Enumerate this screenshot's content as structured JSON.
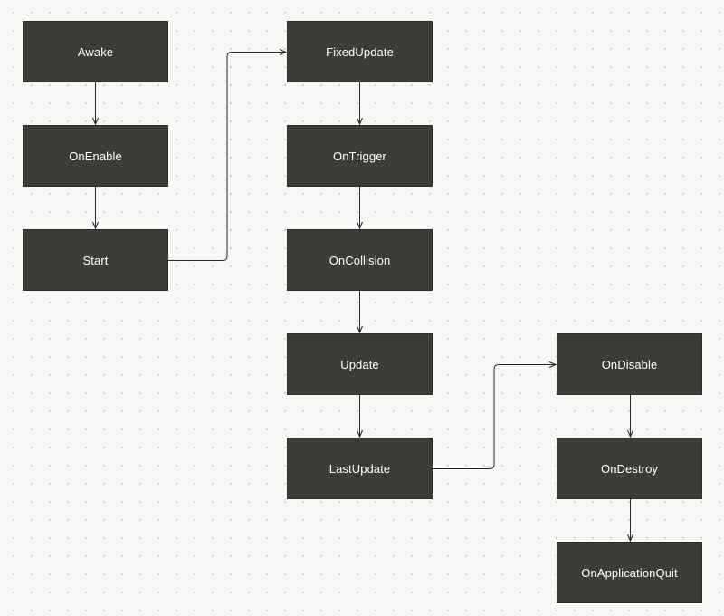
{
  "diagram": {
    "nodes": [
      {
        "id": "awake",
        "label": "Awake"
      },
      {
        "id": "onenable",
        "label": "OnEnable"
      },
      {
        "id": "start",
        "label": "Start"
      },
      {
        "id": "fixedupdate",
        "label": "FixedUpdate"
      },
      {
        "id": "ontrigger",
        "label": "OnTrigger"
      },
      {
        "id": "oncollision",
        "label": "OnCollision"
      },
      {
        "id": "update",
        "label": "Update"
      },
      {
        "id": "lastupdate",
        "label": "LastUpdate"
      },
      {
        "id": "ondisable",
        "label": "OnDisable"
      },
      {
        "id": "ondestroy",
        "label": "OnDestroy"
      },
      {
        "id": "onapplicationquit",
        "label": "OnApplicationQuit"
      }
    ],
    "edges": [
      {
        "from": "awake",
        "to": "onenable"
      },
      {
        "from": "onenable",
        "to": "start"
      },
      {
        "from": "start",
        "to": "fixedupdate"
      },
      {
        "from": "fixedupdate",
        "to": "ontrigger"
      },
      {
        "from": "ontrigger",
        "to": "oncollision"
      },
      {
        "from": "oncollision",
        "to": "update"
      },
      {
        "from": "update",
        "to": "lastupdate"
      },
      {
        "from": "lastupdate",
        "to": "ondisable"
      },
      {
        "from": "ondisable",
        "to": "ondestroy"
      },
      {
        "from": "ondestroy",
        "to": "onapplicationquit"
      }
    ]
  },
  "colors": {
    "canvas_background": "#f7f7f5",
    "grid_dot": "#cfcfca",
    "node_fill": "#3d3d38",
    "node_text": "#ffffff",
    "connector": "#2a2a2a"
  }
}
